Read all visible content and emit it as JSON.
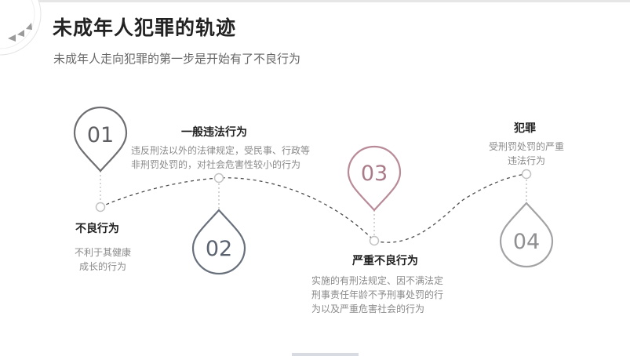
{
  "header": {
    "title": "未成年人犯罪的轨迹",
    "subtitle": "未成年人走向犯罪的第一步是开始有了不良行为"
  },
  "steps": [
    {
      "number": "01",
      "title": "不良行为",
      "desc_lines": [
        "不利于其健康",
        "成长的行为"
      ],
      "color": "#6f6f73"
    },
    {
      "number": "02",
      "title": "一般违法行为",
      "desc_lines": [
        "违反刑法以外的法律规定，受民事、行政等",
        "非刑罚处罚的，对社会危害性较小的行为"
      ],
      "color": "#68707c"
    },
    {
      "number": "03",
      "title": "严重不良行为",
      "desc_lines": [
        "实施的有刑法规定、因不满法定",
        "刑事责任年龄不予刑事处罚的行",
        "为以及严重危害社会的行为"
      ],
      "color": "#b98a98"
    },
    {
      "number": "04",
      "title": "犯罪",
      "desc_lines": [
        "受刑罚处罚的严重",
        "违法行为"
      ],
      "color": "#a3a3a5"
    }
  ]
}
